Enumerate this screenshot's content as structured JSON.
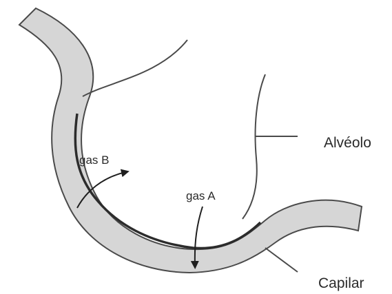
{
  "diagram": {
    "labels": {
      "alveolo": "Alvéolo",
      "capilar": "Capilar",
      "gas_a": "gas A",
      "gas_b": "gas B"
    },
    "colors": {
      "capillary_fill": "#d6d6d6",
      "stroke": "#4a4a4a",
      "membrane": "#2c2c2c",
      "background": "#ffffff"
    }
  }
}
